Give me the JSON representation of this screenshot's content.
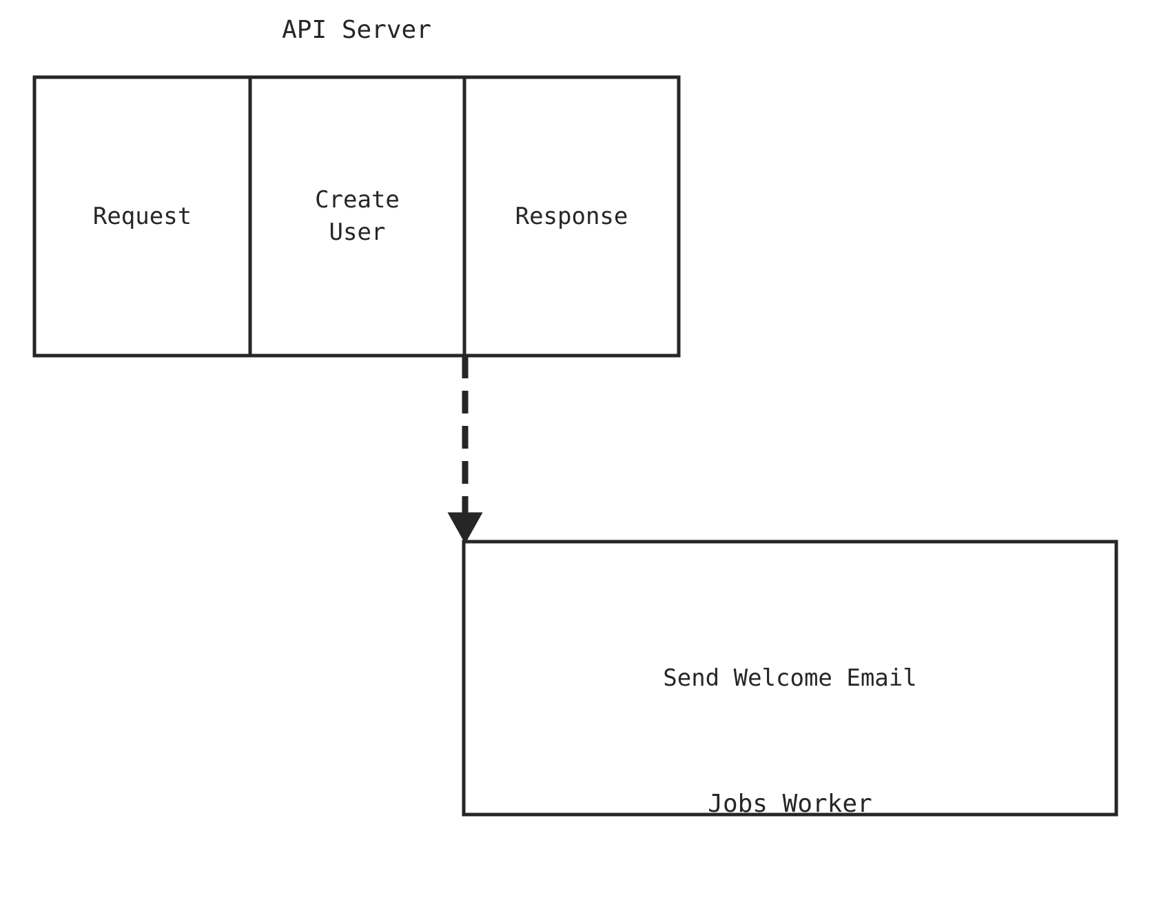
{
  "diagram": {
    "type": "swimlane-sequence",
    "background_color": "#ffffff",
    "stroke_color": "#262626",
    "text_color": "#262626",
    "lanes": [
      {
        "name": "api-server",
        "title": "API Server",
        "title_position": "above",
        "cells": [
          {
            "name": "request",
            "label": "Request"
          },
          {
            "name": "create-user",
            "label": "Create\nUser"
          },
          {
            "name": "response",
            "label": "Response"
          }
        ]
      },
      {
        "name": "jobs-worker",
        "title": "Jobs Worker",
        "title_position": "below",
        "cells": [
          {
            "name": "send-welcome-email",
            "label": "Send Welcome Email"
          }
        ]
      }
    ],
    "connector": {
      "name": "async-job-dispatch",
      "style": "dashed",
      "arrowhead": "filled-triangle",
      "from": "api-server.create-user",
      "to": "jobs-worker.send-welcome-email"
    }
  },
  "labels": {
    "api_server_title": "API Server",
    "jobs_worker_title": "Jobs Worker",
    "request": "Request",
    "create_user": "Create\nUser",
    "response": "Response",
    "send_welcome_email": "Send Welcome Email"
  },
  "colors": {
    "stroke": "#262626",
    "text": "#262626",
    "background": "#ffffff"
  }
}
